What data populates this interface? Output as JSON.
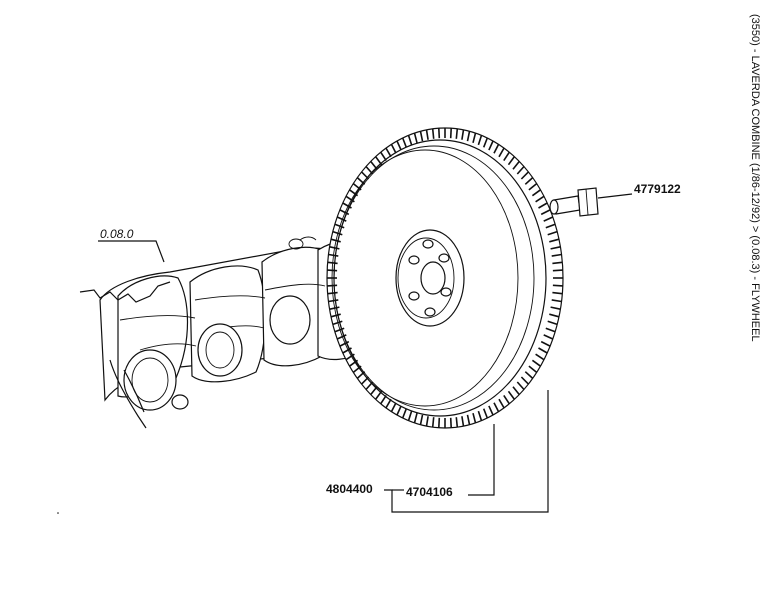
{
  "side_title": "(3550) - LAVERDA COMBINE (1/86-12/92) > (0.08.3) - FLYWHEEL",
  "parts": {
    "bolt": "4779122",
    "ring_gear": "4704106",
    "flywheel_assembly": "4804400",
    "crankshaft_ref": "0.08.0"
  }
}
